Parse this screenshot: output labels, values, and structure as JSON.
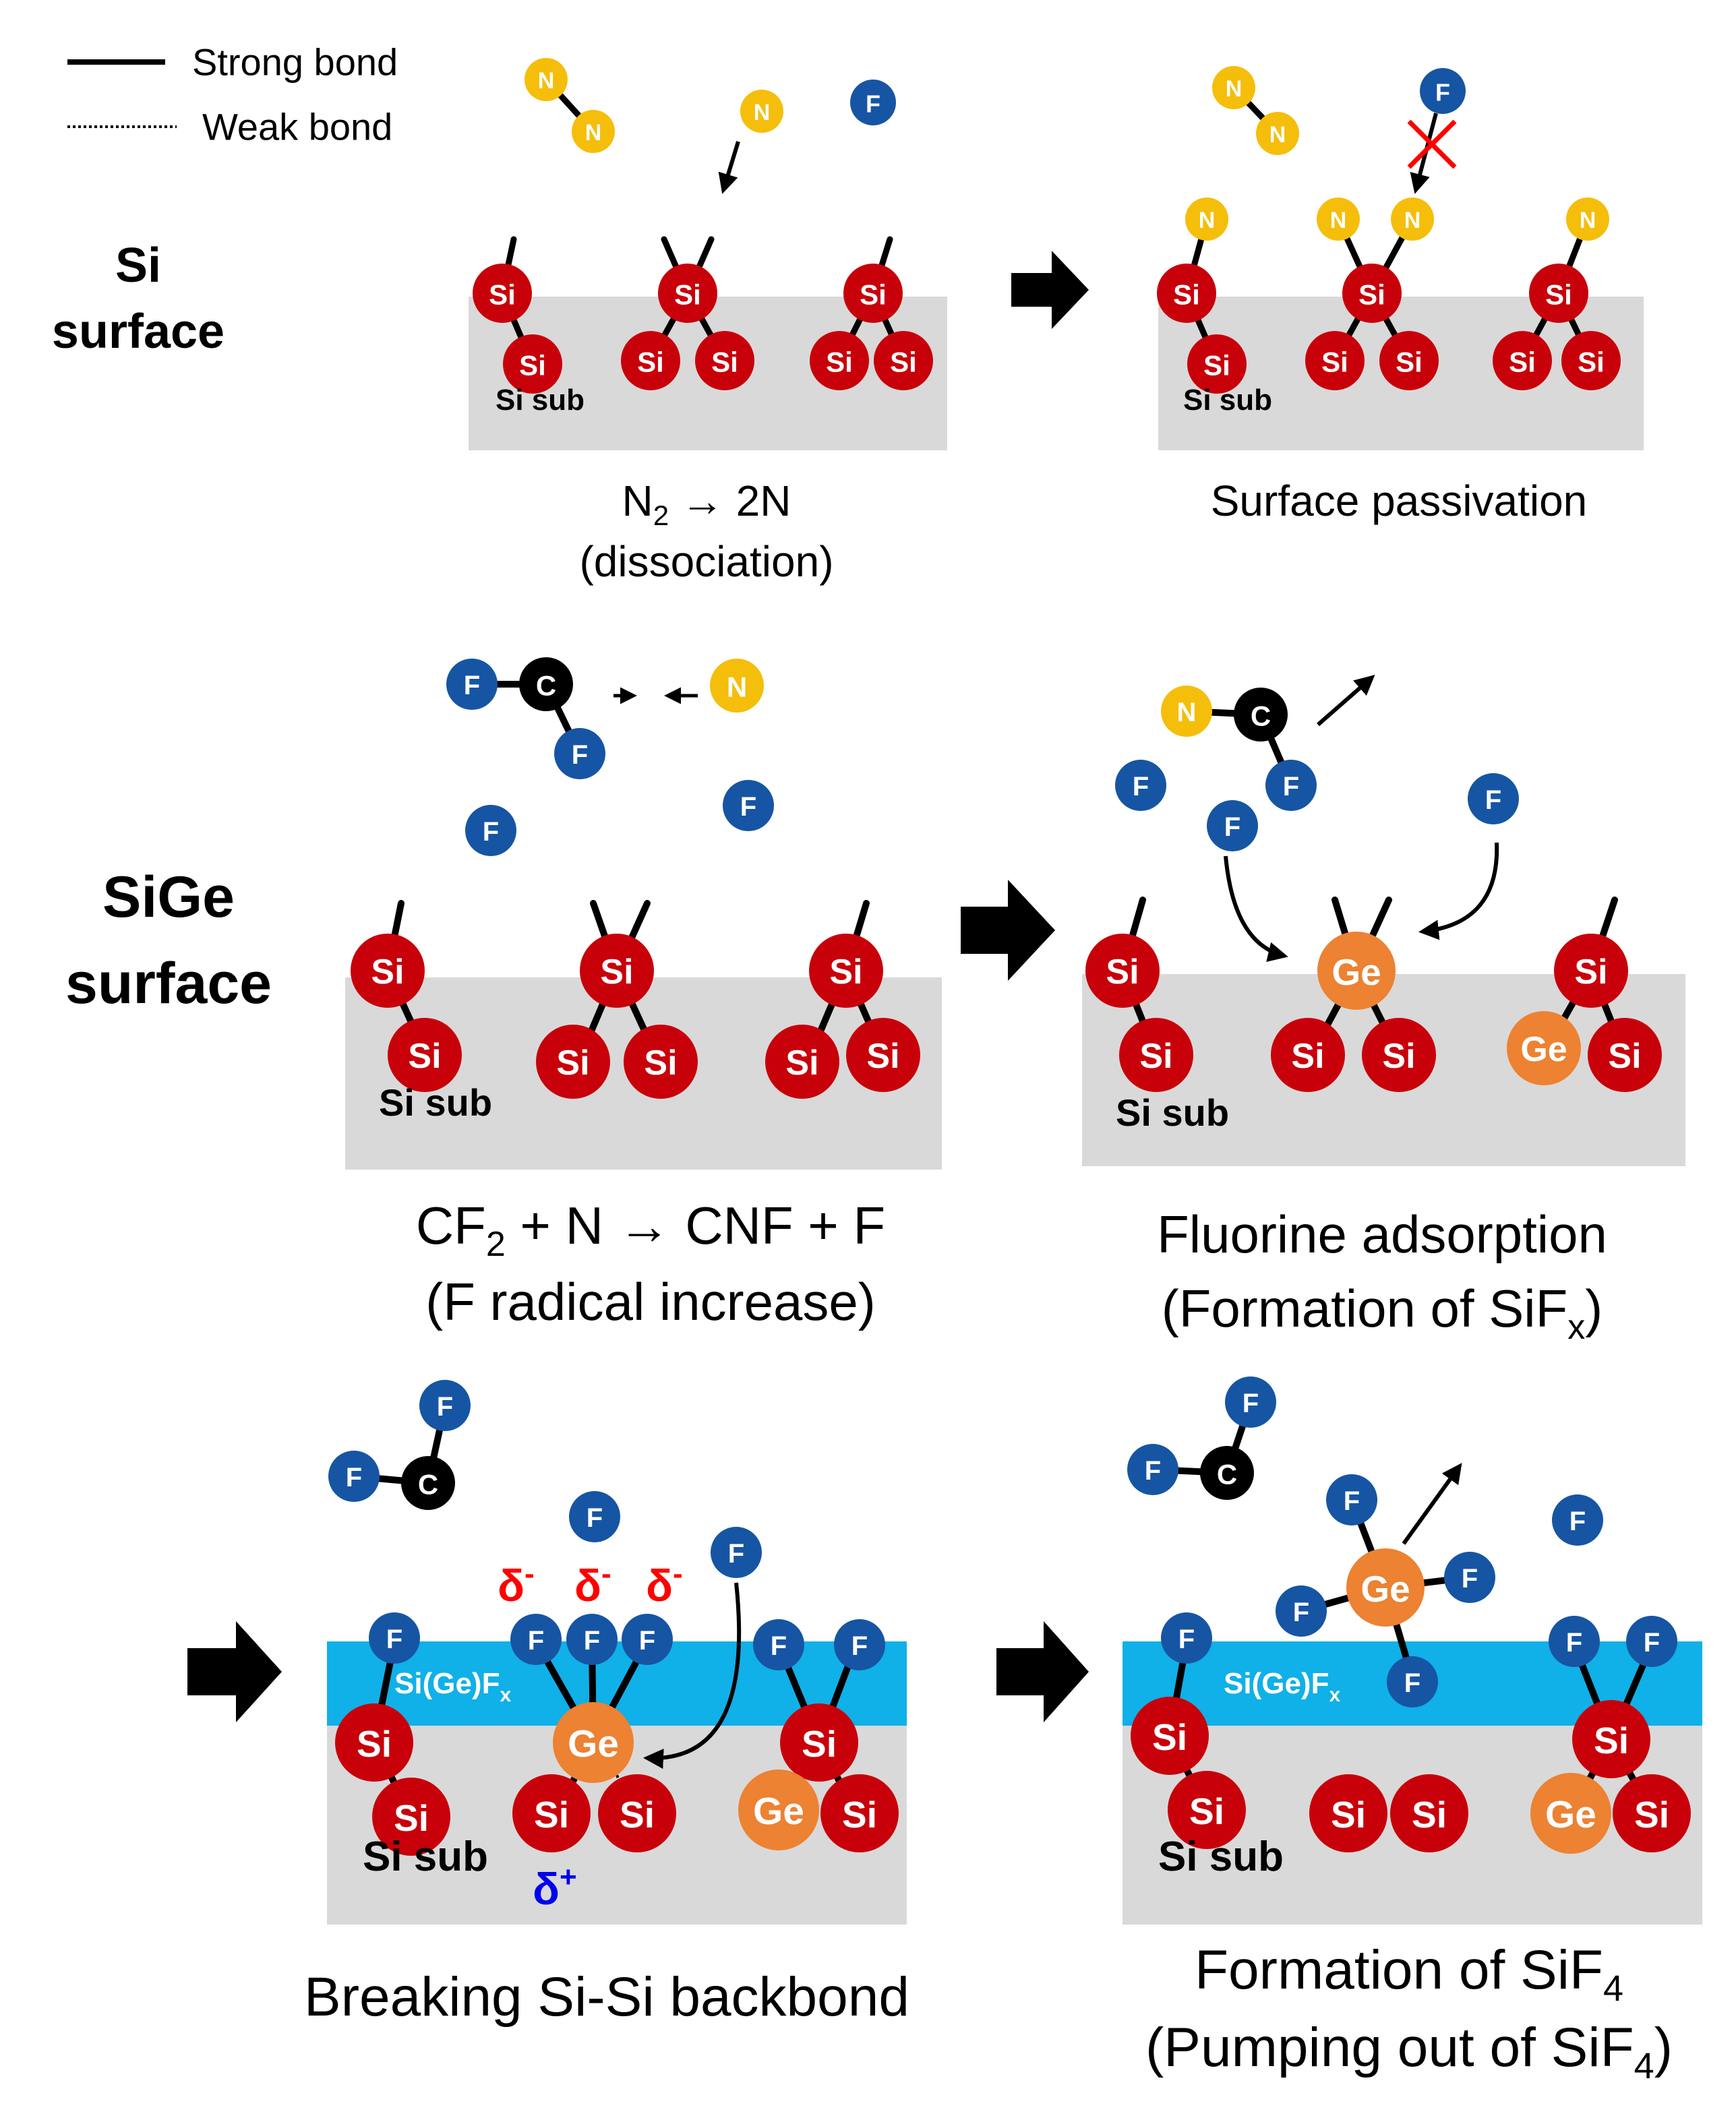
{
  "colors": {
    "si": "#c8000a",
    "ge": "#ec8232",
    "n": "#f5be0b",
    "f": "#1655a3",
    "c": "#000000",
    "substrate": "#d9d9d9",
    "fx_layer": "#10b0e8",
    "arrow": "#000000",
    "forbid": "#ff0000"
  },
  "atoms": {
    "si": "Si",
    "ge": "Ge",
    "n": "N",
    "f": "F",
    "c": "C"
  },
  "legend": {
    "strong": "Strong bond",
    "weak": "Weak bond"
  },
  "rows": {
    "si_line1": "Si",
    "si_line2": "surface",
    "sige_line1": "SiGe",
    "sige_line2": "surface"
  },
  "substrate_label": "Si sub",
  "layer_label": "Si(Ge)F",
  "layer_label_sub": "x",
  "deltas": {
    "neg": "δ",
    "neg_sup": "-",
    "pos": "δ",
    "pos_sup": "+"
  },
  "captions": {
    "p1": {
      "a": "N",
      "a_sub": "2",
      "b": " → 2N",
      "line2": "(dissociation)"
    },
    "p2": {
      "line1": "Surface passivation"
    },
    "p3": {
      "a": "CF",
      "a_sub": "2",
      "b": " + N → CNF + F",
      "line2": "(F radical increase)"
    },
    "p4": {
      "line1": "Fluorine adsorption",
      "l2a": "(Formation of SiF",
      "l2sub": "x",
      "l2b": ")"
    },
    "p5": {
      "line1": "Breaking Si-Si backbond"
    },
    "p6": {
      "l1a": "Formation of SiF",
      "l1sub": "4",
      "l2a": "(Pumping out of SiF",
      "l2sub": "4",
      "l2b": ")"
    }
  }
}
